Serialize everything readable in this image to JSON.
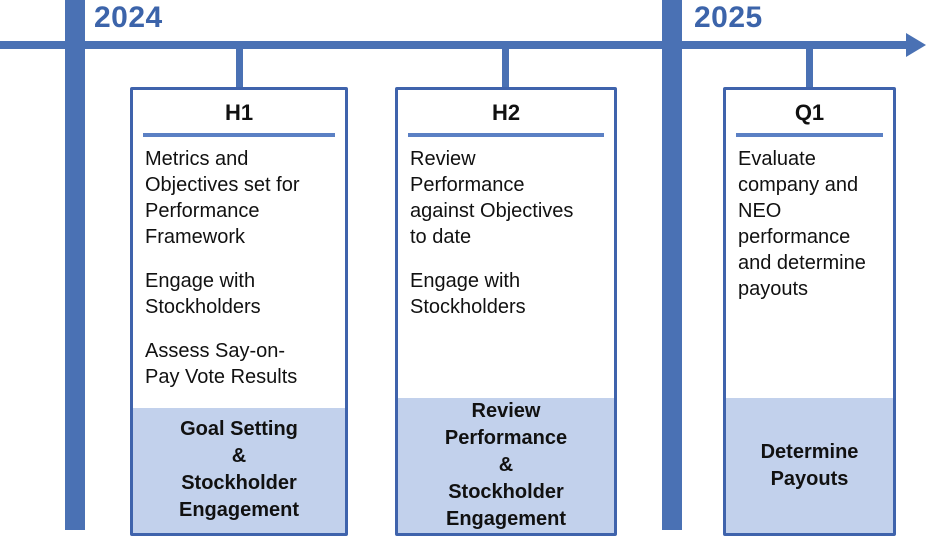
{
  "colors": {
    "accent_blue": "#4a71b4",
    "box_border_blue": "#3f63ac",
    "header_rule_blue": "#5b80c4",
    "footer_band_blue": "#c2d1ec",
    "year_text_blue": "#3c64aa",
    "body_text": "#111111"
  },
  "timeline": {
    "year_left": "2024",
    "year_right": "2025"
  },
  "columns": [
    {
      "header": "H1",
      "paragraphs": [
        "Metrics and\nObjectives set for\nPerformance\nFramework",
        "Engage with\nStockholders",
        "Assess Say-on-\nPay Vote Results"
      ],
      "footer": "Goal Setting\n&\nStockholder\nEngagement"
    },
    {
      "header": "H2",
      "paragraphs": [
        "Review\nPerformance\nagainst Objectives\nto date",
        "Engage with\nStockholders"
      ],
      "footer": "Review\nPerformance\n&\nStockholder\nEngagement"
    },
    {
      "header": "Q1",
      "paragraphs": [
        "Evaluate\ncompany and\nNEO\nperformance\nand determine\npayouts"
      ],
      "footer": "Determine\nPayouts"
    }
  ]
}
